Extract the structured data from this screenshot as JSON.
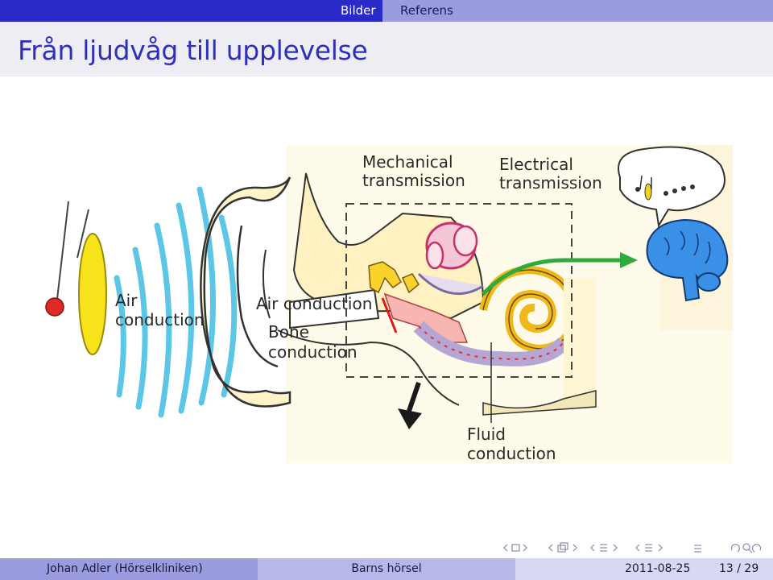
{
  "nav": {
    "tabs": [
      "Bilder",
      "Referens"
    ]
  },
  "slide": {
    "title": "Från ljudvåg till upplevelse"
  },
  "diagram": {
    "labels": {
      "mechanical": [
        "Mechanical",
        "transmission"
      ],
      "electrical": [
        "Electrical",
        "transmission"
      ],
      "air_outer": [
        "Air",
        "conduction"
      ],
      "air_inner": "Air conduction",
      "bone": [
        "Bone",
        "conduction"
      ],
      "fluid": [
        "Fluid",
        "conduction"
      ]
    }
  },
  "footer": {
    "author": "Johan Adler  (Hörselkliniken)",
    "talk": "Barns hörsel",
    "date": "2011-08-25",
    "page": "13 / 29"
  },
  "colors": {
    "nav_dark": "#2a2ac9",
    "nav_light": "#9b9bdf",
    "title": "#2f2fbf",
    "wave": "#5bc6e6",
    "arrow": "#2faa3c",
    "brain": "#3a8fe6"
  }
}
